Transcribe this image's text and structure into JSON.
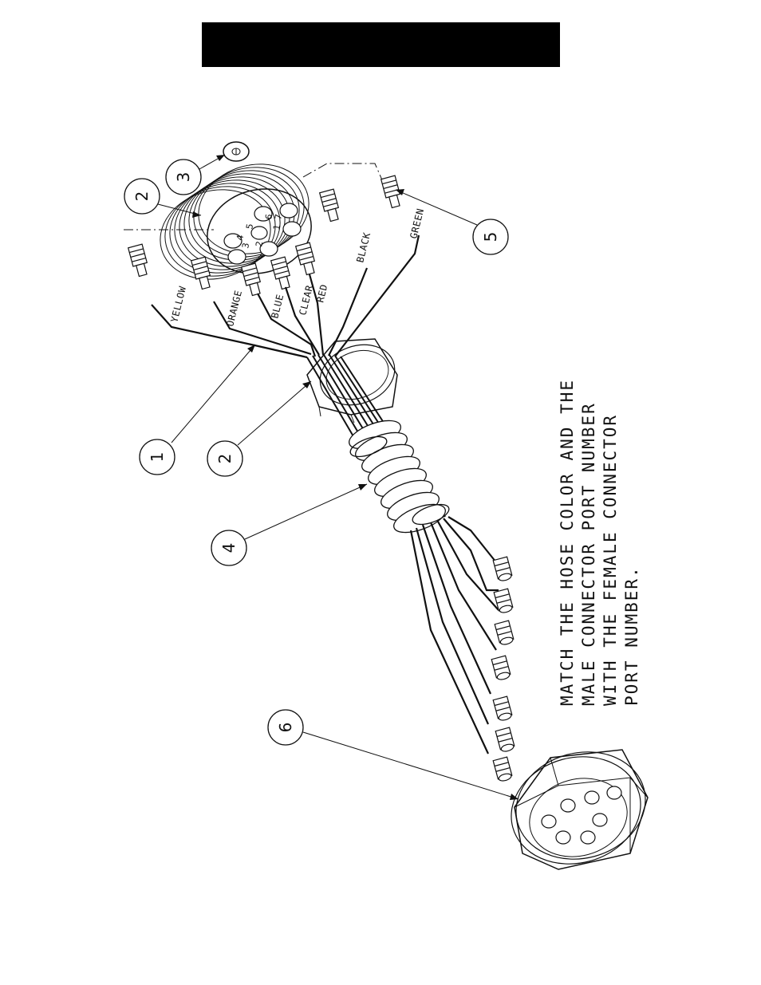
{
  "title_bar_text": "",
  "callouts": [
    "1",
    "2",
    "2",
    "3",
    "4",
    "5",
    "6"
  ],
  "hose_labels": [
    "YELLOW",
    "ORANGE",
    "BLUE",
    "CLEAR",
    "RED",
    "BLACK",
    "GREEN"
  ],
  "port_numbers": [
    "4",
    "3",
    "5",
    "2",
    "6",
    "1",
    "7"
  ],
  "note_lines": [
    "MATCH THE HOSE COLOR AND THE",
    "MALE CONNECTOR PORT NUMBER",
    "WITH THE FEMALE CONNECTOR",
    "PORT NUMBER."
  ]
}
